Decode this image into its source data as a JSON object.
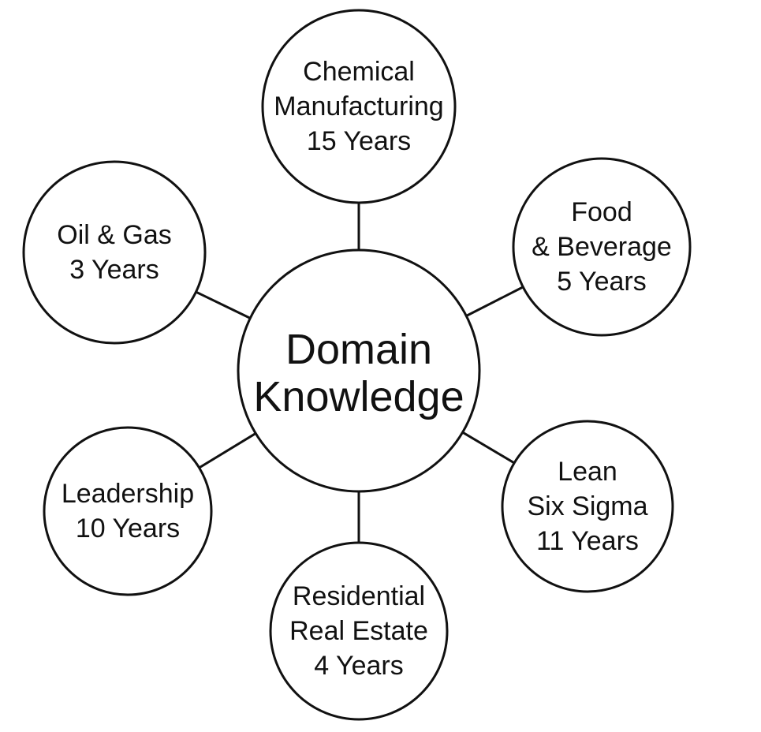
{
  "center": {
    "lines": [
      "Domain",
      "Knowledge"
    ]
  },
  "nodes": [
    {
      "id": "chemical-manufacturing",
      "lines": [
        "Chemical",
        "Manufacturing",
        "15 Years"
      ]
    },
    {
      "id": "food-beverage",
      "lines": [
        "Food",
        "& Beverage",
        "5 Years"
      ]
    },
    {
      "id": "lean-six-sigma",
      "lines": [
        "Lean",
        "Six Sigma",
        "11 Years"
      ]
    },
    {
      "id": "residential-real-estate",
      "lines": [
        "Residential",
        "Real Estate",
        "4 Years"
      ]
    },
    {
      "id": "leadership",
      "lines": [
        "Leadership",
        "10 Years"
      ]
    },
    {
      "id": "oil-gas",
      "lines": [
        "Oil & Gas",
        "3 Years"
      ]
    }
  ],
  "colors": {
    "stroke": "#111111",
    "fill": "#ffffff",
    "text": "#111111"
  }
}
